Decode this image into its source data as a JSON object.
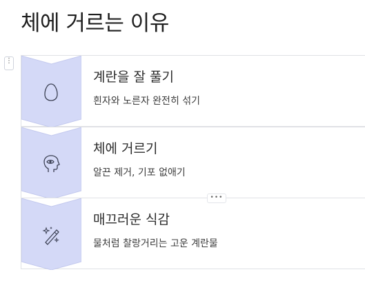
{
  "page": {
    "title": "체에 거르는 이유"
  },
  "colors": {
    "chevron_fill": "#d4d9f7",
    "chevron_border": "#c3c9ee",
    "icon_stroke": "#3a3f52",
    "row_border": "#dfe1e5"
  },
  "items": [
    {
      "title": "계란을 잘 풀기",
      "description": "흰자와 노른자 완전히 섞기",
      "icon": "egg-icon"
    },
    {
      "title": "체에 거르기",
      "description": "알끈 제거, 기포 없애기",
      "icon": "head-eye-icon"
    },
    {
      "title": "매끄러운 식감",
      "description": "물처럼 찰랑거리는 고운 계란물",
      "icon": "magic-wand-icon"
    }
  ],
  "controls": {
    "drag_handle_glyph": "⋮",
    "more_glyph": "•••"
  }
}
